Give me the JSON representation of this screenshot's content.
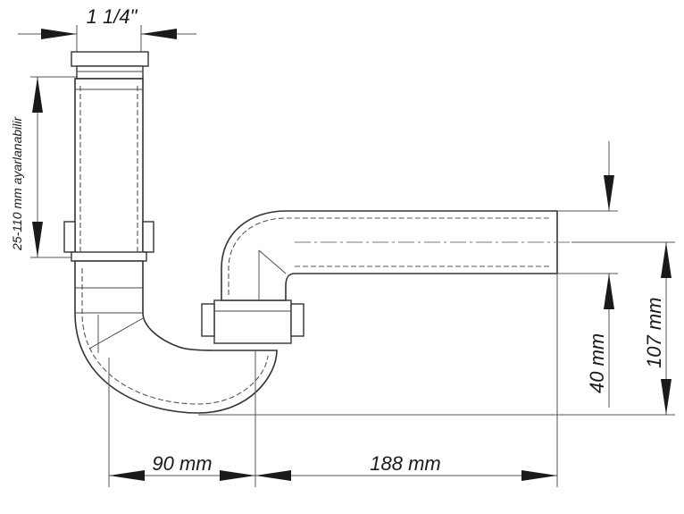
{
  "dimensions": {
    "thread_size": "1 1/4\"",
    "adjustable_height": "25-110 mm ayarlanabilir",
    "trap_offset": "90 mm",
    "outlet_length": "188 mm",
    "outlet_height": "40 mm",
    "overall_height": "107 mm"
  },
  "colors": {
    "line": "#333333",
    "text": "#1a1a1a"
  }
}
